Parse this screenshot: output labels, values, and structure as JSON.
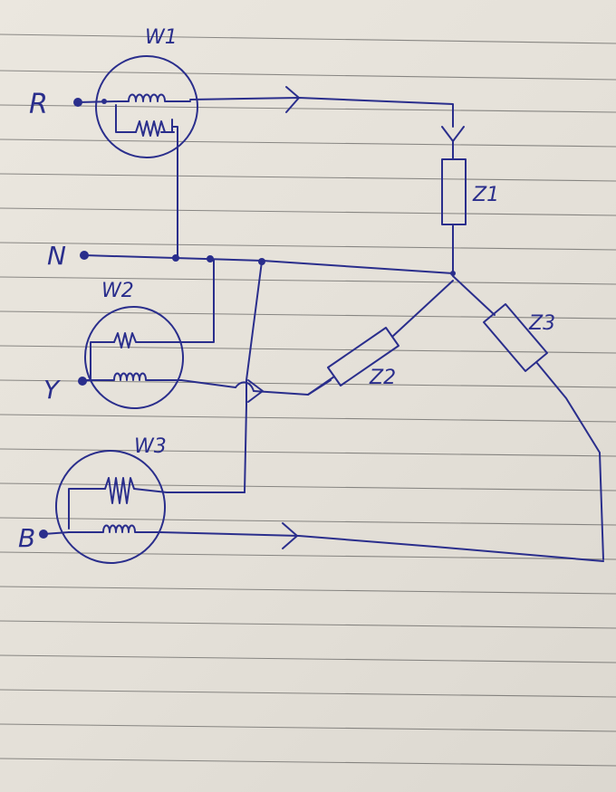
{
  "labels": {
    "meter1": "W1",
    "meter2": "W2",
    "meter3": "W3",
    "phase_r": "R",
    "neutral": "N",
    "phase_y": "Y",
    "phase_b": "B",
    "imp1": "Z1",
    "imp2": "Z2",
    "imp3": "Z3"
  },
  "colors": {
    "ink": "#2a2e8c",
    "paper": "#e9e5dd",
    "ruled_line": "#3a3a3a"
  },
  "wattmeters": [
    {
      "name": "W1",
      "current_coil_symbol": "coil",
      "pressure_coil_symbol": "resistor"
    },
    {
      "name": "W2",
      "current_coil_symbol": "coil",
      "pressure_coil_symbol": "resistor"
    },
    {
      "name": "W3",
      "current_coil_symbol": "coil",
      "pressure_coil_symbol": "resistor"
    }
  ]
}
